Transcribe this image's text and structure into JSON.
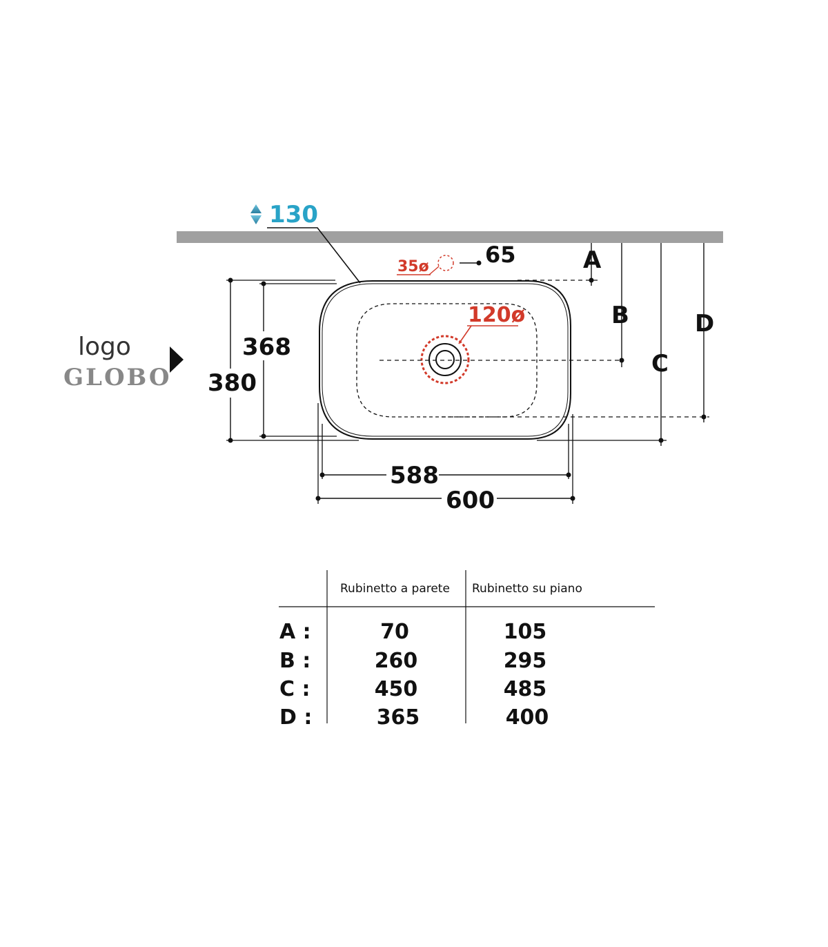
{
  "logo": {
    "word": "logo",
    "brand": "GLOBO"
  },
  "dimensions": {
    "height": "130",
    "tap_hole": "35ø",
    "tap_offset": "65",
    "drain": "120ø",
    "inner_depth": "368",
    "outer_depth": "380",
    "inner_width": "588",
    "outer_width": "600",
    "label_a": "A",
    "label_b": "B",
    "label_c": "C",
    "label_d": "D"
  },
  "colors": {
    "height": "#29a3c7",
    "hole": "#d23a2a",
    "wall": "#a0a0a0"
  },
  "table": {
    "col1": "Rubinetto a parete",
    "col2": "Rubinetto su piano",
    "rows": [
      {
        "key": "A :",
        "wall": "70",
        "top": "105"
      },
      {
        "key": "B :",
        "wall": "260",
        "top": "295"
      },
      {
        "key": "C :",
        "wall": "450",
        "top": "485"
      },
      {
        "key": "D :",
        "wall": "365",
        "top": "400"
      }
    ]
  }
}
